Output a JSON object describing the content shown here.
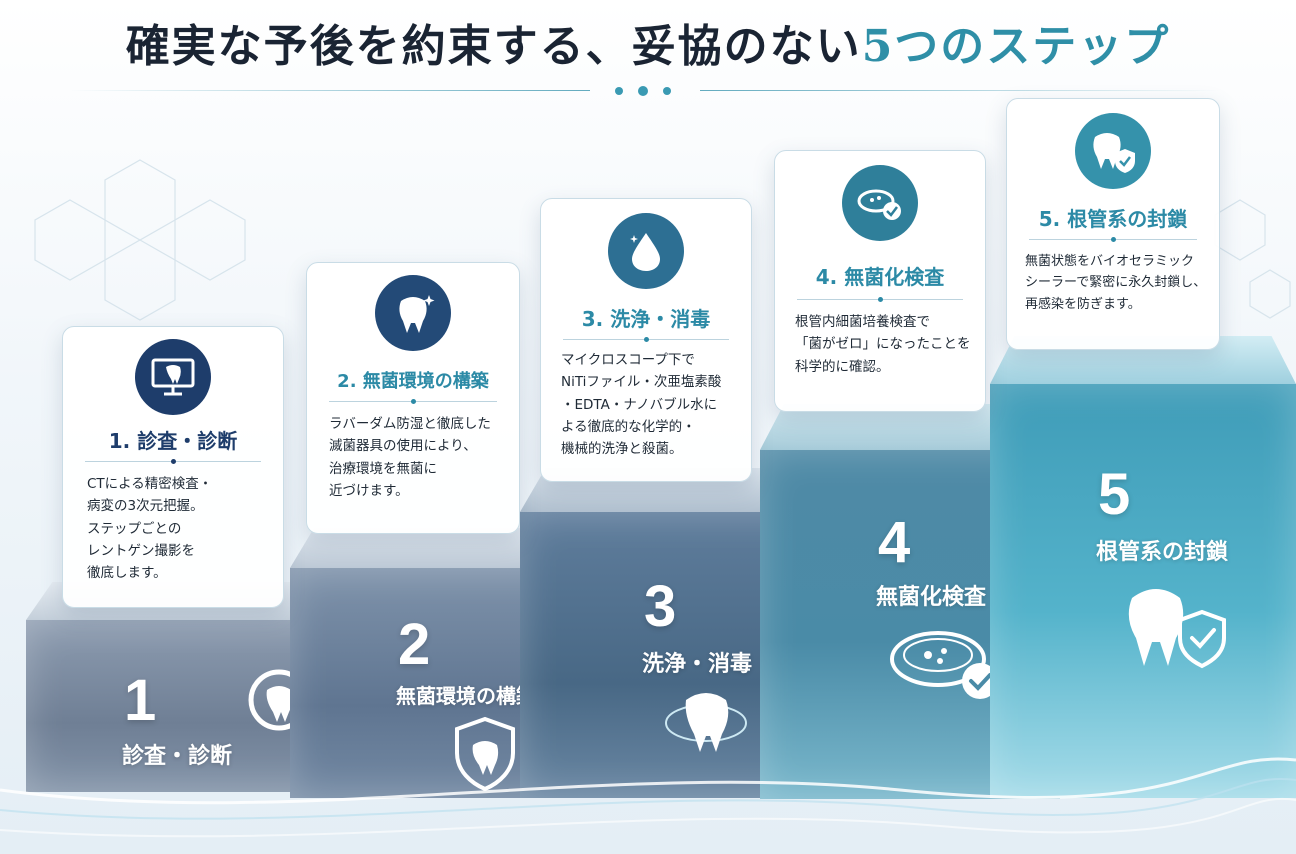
{
  "title": {
    "main": "確実な予後を約束する、妥協のない",
    "accent": "5つのステップ"
  },
  "colors": {
    "navy": "#1e3d6b",
    "teal": "#2c8aa6",
    "card_border": "#c9dce6"
  },
  "steps": [
    {
      "number": "1",
      "name": "診査・診断",
      "card_title": "1. 診査・診断",
      "card_lines": [
        "CTによる精密検査・",
        "病変の3次元把握。",
        "ステップごとの",
        "レントゲン撮影を",
        "徹底します。"
      ],
      "card_icon": "monitor-tooth-icon",
      "block_icon": "tooth-magnifier-icon"
    },
    {
      "number": "2",
      "name": "無菌環境の構築",
      "card_title": "2. 無菌環境の構築",
      "card_lines": [
        "ラバーダム防湿と徹底した",
        "滅菌器具の使用により、",
        "治療環境を無菌に",
        "近づけます。"
      ],
      "card_icon": "sparkling-tooth-icon",
      "block_icon": "tooth-shield-icon"
    },
    {
      "number": "3",
      "name": "洗浄・消毒",
      "card_title": "3. 洗浄・消毒",
      "card_lines": [
        "マイクロスコープ下で",
        "NiTiファイル・次亜塩素酸",
        "・EDTA・ナノバブル水に",
        "よる徹底的な化学的・",
        "機械的洗浄と殺菌。"
      ],
      "card_icon": "water-drop-icon",
      "block_icon": "glowing-tooth-icon"
    },
    {
      "number": "4",
      "name": "無菌化検査",
      "card_title": "4. 無菌化検査",
      "card_lines": [
        "根管内細菌培養検査で",
        "「菌がゼロ」になったことを",
        "科学的に確認。"
      ],
      "card_icon": "petri-dish-check-icon",
      "block_icon": "petri-dish-check-icon"
    },
    {
      "number": "5",
      "name": "根管系の封鎖",
      "card_title": "5. 根管系の封鎖",
      "card_lines": [
        "無菌状態をバイオセラミック",
        "シーラーで緊密に永久封鎖し、",
        "再感染を防ぎます。"
      ],
      "card_icon": "tooth-shield-check-icon",
      "block_icon": "tooth-shield-check-icon"
    }
  ]
}
